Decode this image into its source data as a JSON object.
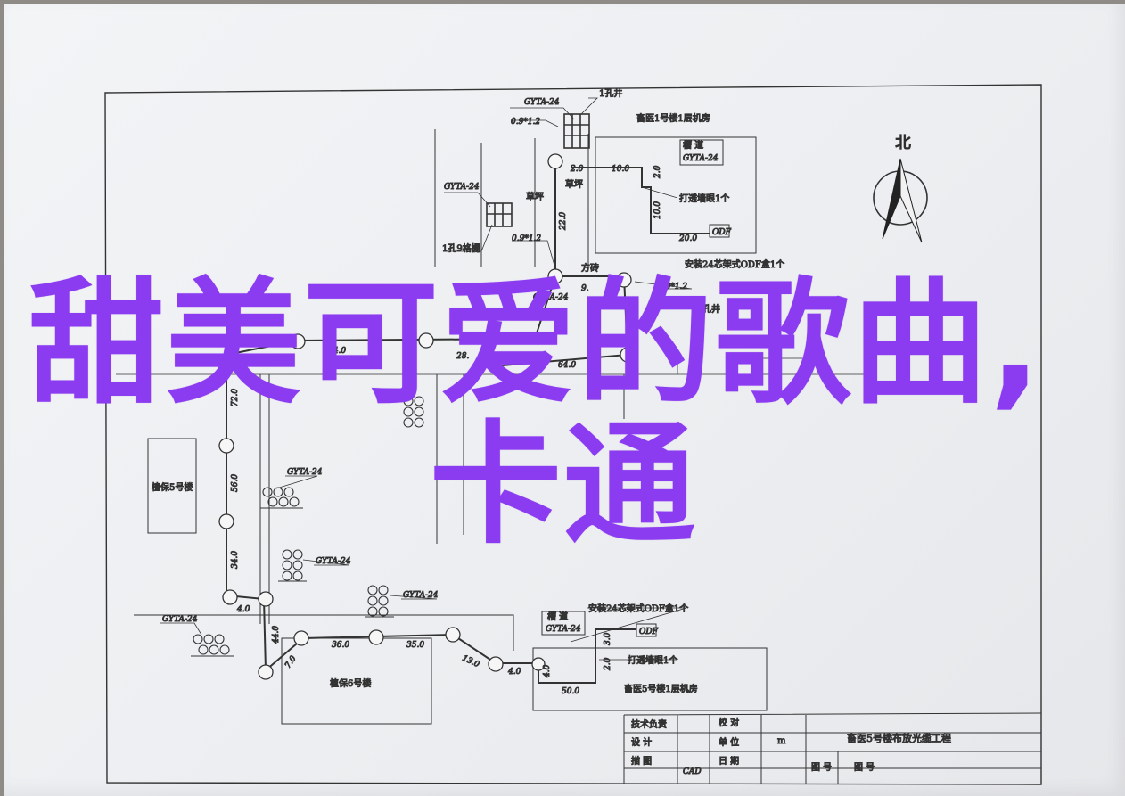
{
  "overlay": {
    "line1": "甜美可爱的歌曲,",
    "line2": "卡通"
  },
  "north": "北",
  "rooms": {
    "top_right": "畜医1号楼1层机房",
    "bottom_right": "畜医5号楼1层机房",
    "left": "植保5号楼",
    "bottom_left": "植保6号楼"
  },
  "labels": {
    "gyta": "GYTA-24",
    "well_1": "1孔井",
    "well_9": "1孔9格栅",
    "grass": "草坪",
    "brick": "方砖",
    "well": "孔井",
    "duct_top": "槽 道",
    "gyta_inbox": "GYTA-24",
    "duct_bottom": "槽 道",
    "wall_top": "打透墙眼1个",
    "wall_bottom": "打透墙眼1个",
    "odf_top": "安装24芯架式ODF盒1个",
    "odf_bottom": "安装24芯架式ODF盒1个",
    "odf": "ODF",
    "cad": "CAD"
  },
  "dims": {
    "d09a": "0.9*1.2",
    "d09b": "0.9*1.2",
    "d09c": "0.9*1.2",
    "d20": "2.0",
    "d100": "10.0",
    "d2v": "2.0",
    "d10v": "10.0",
    "d200": "20.0",
    "d220": "22.0",
    "d44": "44.0",
    "d28": "28.",
    "d64": "64.0",
    "d9": "9.",
    "d72": "72.0",
    "d56": "56.0",
    "d34": "34.0",
    "d4a": "4.0",
    "d44b": "44.0",
    "d7": "7.0",
    "d36": "36.0",
    "d35": "35.0",
    "d13": "13.0",
    "d4b": "4.0",
    "d4v": "4.0",
    "d500": "50.0",
    "d30": "3.0",
    "d20b": "2.0"
  },
  "title_block": {
    "c_tech": "技术负责",
    "c_design": "设    计",
    "c_draw": "描    图",
    "c_check": "校    对",
    "c_unit": "单    位",
    "c_date": "日    期",
    "unit_value": "m",
    "project": "畜医5号楼布放光缆工程",
    "c_fig": "图  号",
    "c_fig2": "图  号"
  }
}
